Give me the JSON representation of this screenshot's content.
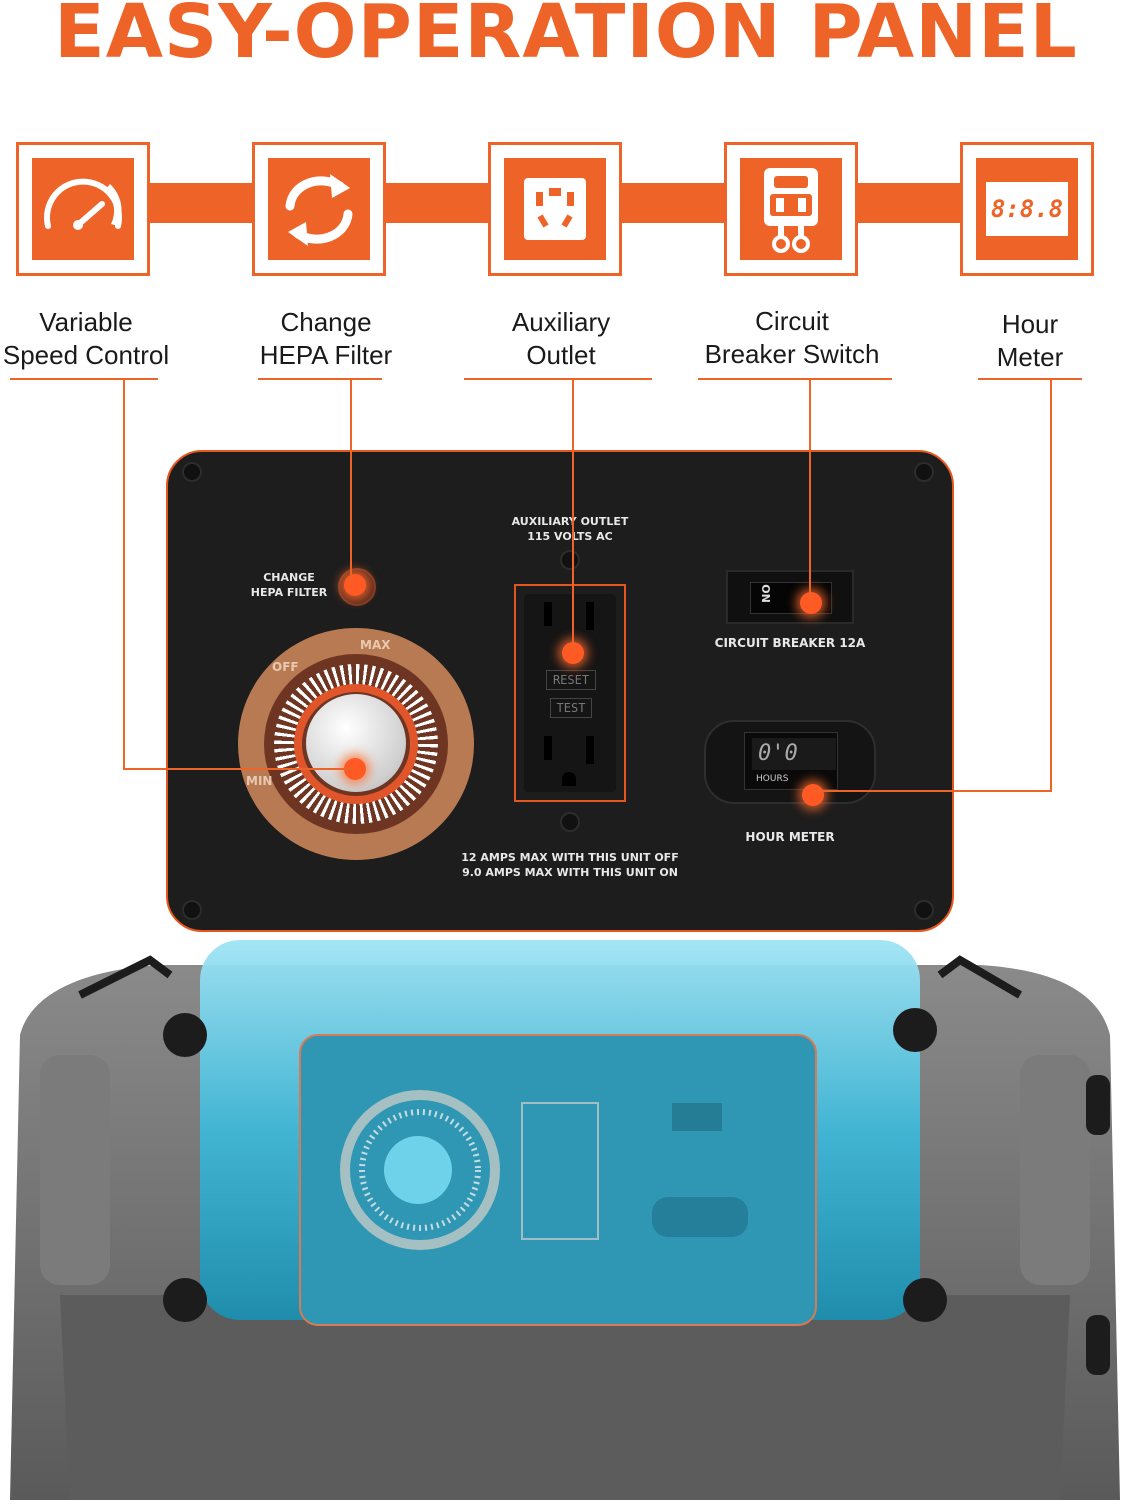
{
  "title": "EASY-OPERATION PANEL",
  "features": [
    {
      "id": "speed",
      "line1": "Variable",
      "line2": "Speed Control",
      "icon": "speedometer-icon"
    },
    {
      "id": "hepa",
      "line1": "Change",
      "line2": "HEPA Filter",
      "icon": "refresh-arrows-icon"
    },
    {
      "id": "outlet",
      "line1": "Auxiliary",
      "line2": "Outlet",
      "icon": "outlet-icon"
    },
    {
      "id": "breaker",
      "line1": "Circuit",
      "line2": "Breaker Switch",
      "icon": "breaker-switch-icon"
    },
    {
      "id": "meter",
      "line1": "Hour",
      "line2": "Meter",
      "icon": "digital-display-icon"
    }
  ],
  "meter_icon_digits": "8:8.8",
  "panel": {
    "hepa_label_1": "CHANGE",
    "hepa_label_2": "HEPA FILTER",
    "dial_off": "OFF",
    "dial_max": "MAX",
    "dial_min": "MIN",
    "outlet_label_1": "AUXILIARY OUTLET",
    "outlet_label_2": "115 VOLTS AC",
    "reset": "RESET",
    "test": "TEST",
    "amps_1": "12 AMPS MAX WITH THIS UNIT OFF",
    "amps_2": "9.0 AMPS MAX WITH THIS UNIT ON",
    "breaker_on": "ON",
    "breaker_label": "CIRCUIT BREAKER 12A",
    "meter_reading": "0'0",
    "meter_hours": "HOURS",
    "meter_label": "HOUR METER"
  },
  "colors": {
    "accent": "#ee6327",
    "panel": "#1d1d1d",
    "machine": "#6e6e6e",
    "highlight": "#3fb8d8"
  }
}
